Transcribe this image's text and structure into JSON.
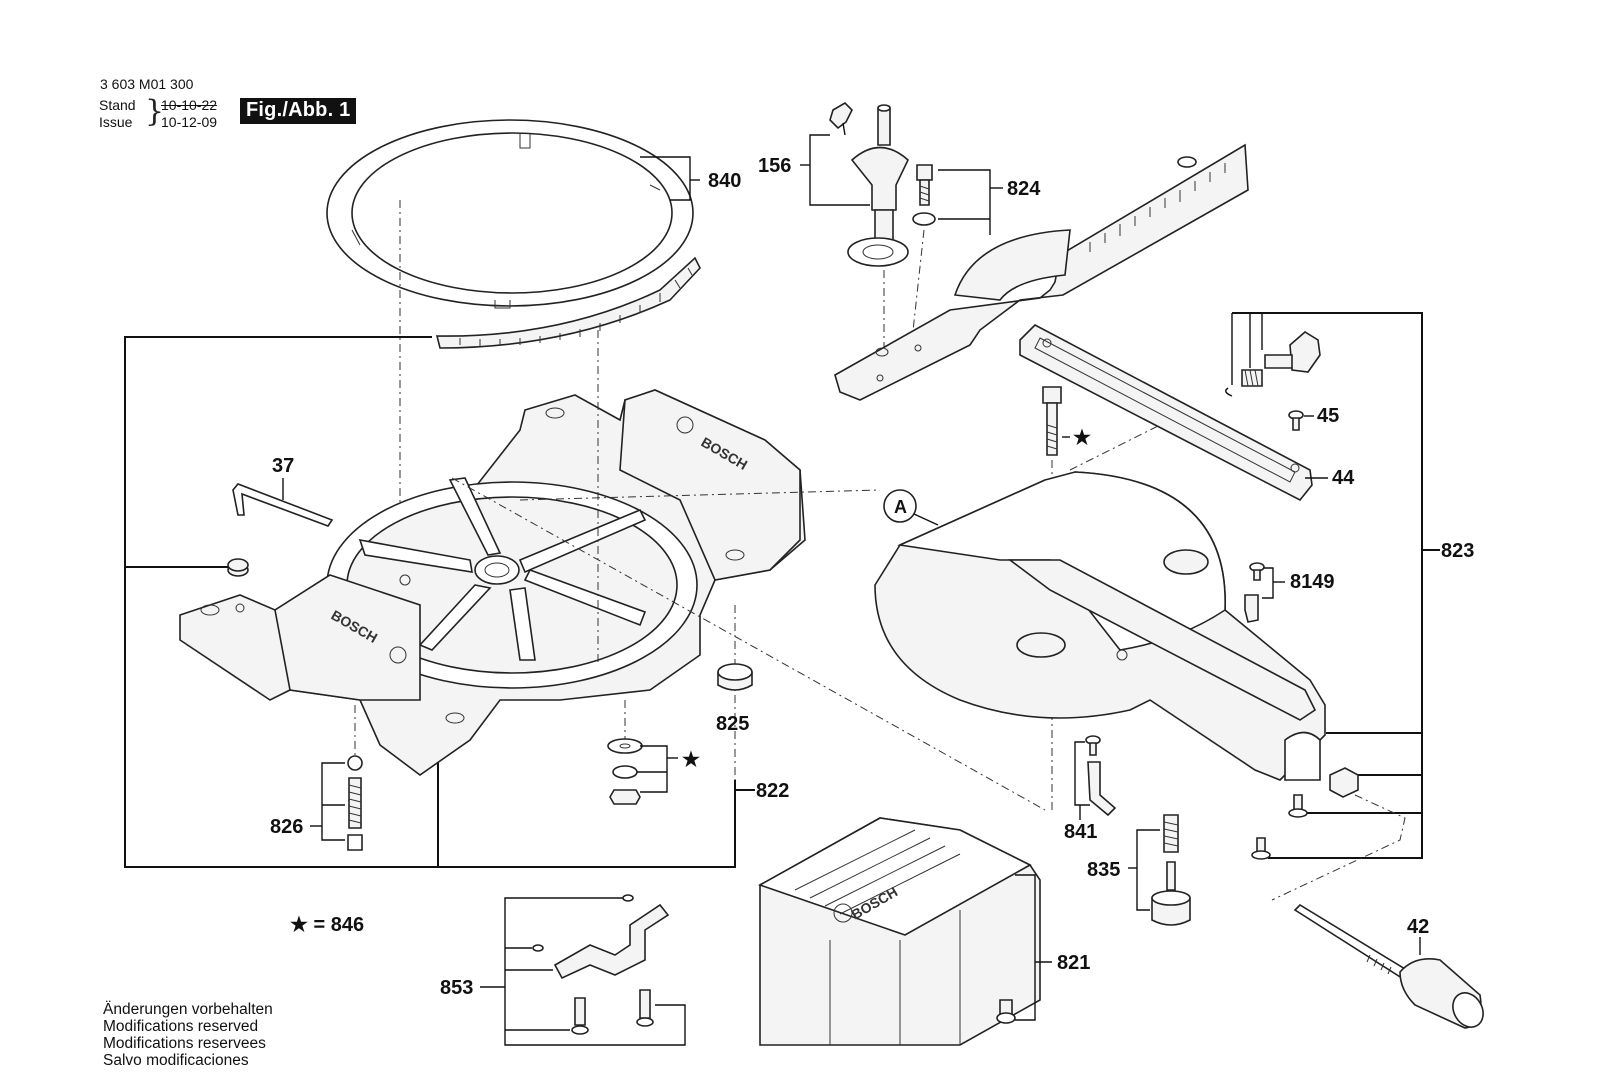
{
  "header": {
    "doc_number": "3 603 M01 300",
    "stand_label": "Stand",
    "issue_label": "Issue",
    "stand_date": "10-10-22",
    "issue_date": "10-12-09",
    "figure_label": "Fig./Abb. 1"
  },
  "parts": {
    "p840": "840",
    "p156": "156",
    "p824": "824",
    "p45": "45",
    "p44": "44",
    "p823": "823",
    "p8149": "8149",
    "p37": "37",
    "p825": "825",
    "p822": "822",
    "p826": "826",
    "p841": "841",
    "p835": "835",
    "p821": "821",
    "p853": "853",
    "p42": "42",
    "callout_a": "A",
    "star_note": "★ = 846",
    "star": "★"
  },
  "brand_logo": "BOSCH",
  "notes": {
    "de": "Änderungen vorbehalten",
    "en": "Modifications reserved",
    "fr": "Modifications reservees",
    "es": "Salvo modificaciones"
  }
}
